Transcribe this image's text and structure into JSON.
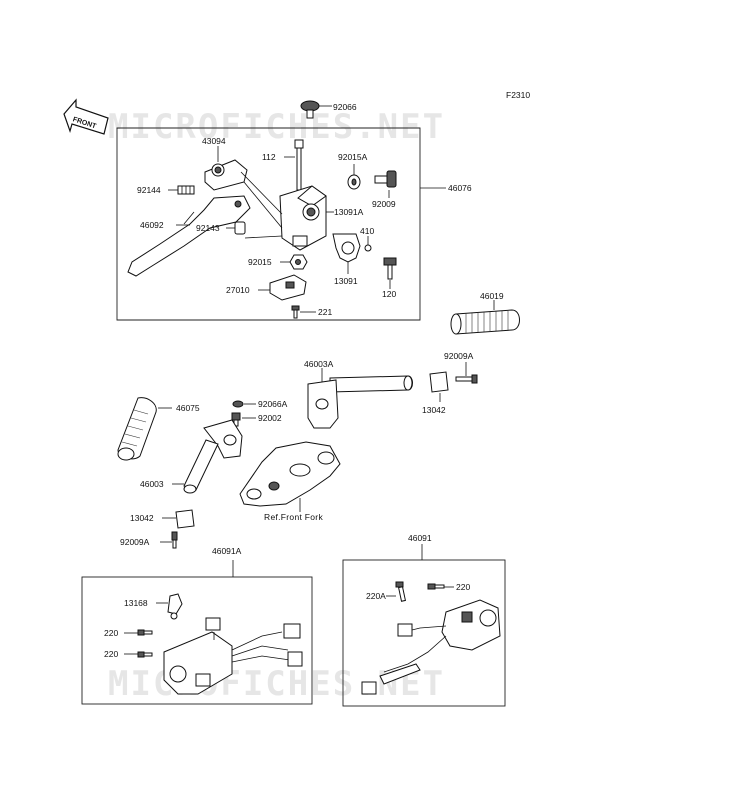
{
  "diagram_code": "F2310",
  "watermark": "MICROFICHES.NET",
  "front_arrow": "FRONT",
  "parts": {
    "p92066": "92066",
    "p43094": "43094",
    "p112": "112",
    "p92015A": "92015A",
    "p92144": "92144",
    "p92009": "92009",
    "p46076": "46076",
    "p13091A": "13091A",
    "p46092": "46092",
    "p92143": "92143",
    "p410": "410",
    "p92015": "92015",
    "p13091": "13091",
    "p27010": "27010",
    "p120": "120",
    "p221": "221",
    "p46019": "46019",
    "p46003A": "46003A",
    "p92009A_r": "92009A",
    "p46075": "46075",
    "p92066A": "92066A",
    "p92002": "92002",
    "p13042_r": "13042",
    "p46003": "46003",
    "p13042_l": "13042",
    "p92009A_l": "92009A",
    "p46091A": "46091A",
    "p46091": "46091",
    "p13168": "13168",
    "p220_a": "220",
    "p220_b": "220",
    "p220_c": "220",
    "p220A": "220A"
  },
  "reference_note": "Ref.Front Fork"
}
